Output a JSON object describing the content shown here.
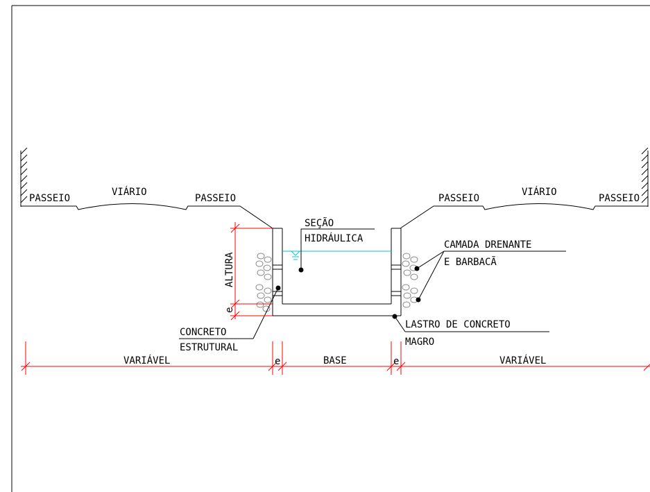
{
  "colors": {
    "line": "#000000",
    "dimension": "#ff0000",
    "water": "#00c8d8",
    "stone": "#9a9a9a",
    "background": "#ffffff"
  },
  "labels": {
    "left_passeio_1": "PASSEIO",
    "left_viario": "VIÁRIO",
    "left_passeio_2": "PASSEIO",
    "right_passeio_1": "PASSEIO",
    "right_viario": "VIÁRIO",
    "right_passeio_2": "PASSEIO",
    "secao_line1": "SEÇÃO",
    "secao_line2": "HIDRÁULICA",
    "camada_line1": "CAMADA DRENANTE",
    "camada_line2": "E BARBACÃ",
    "concreto_line1": "CONCRETO",
    "concreto_line2": "ESTRUTURAL",
    "lastro_line1": "LASTRO DE CONCRETO",
    "lastro_line2": "MAGRO"
  },
  "dimensions": {
    "altura": "ALTURA",
    "e_vertical": "e",
    "left_variavel": "VARIÁVEL",
    "e_left": "e",
    "base": "BASE",
    "e_right": "e",
    "right_variavel": "VARIÁVEL"
  }
}
